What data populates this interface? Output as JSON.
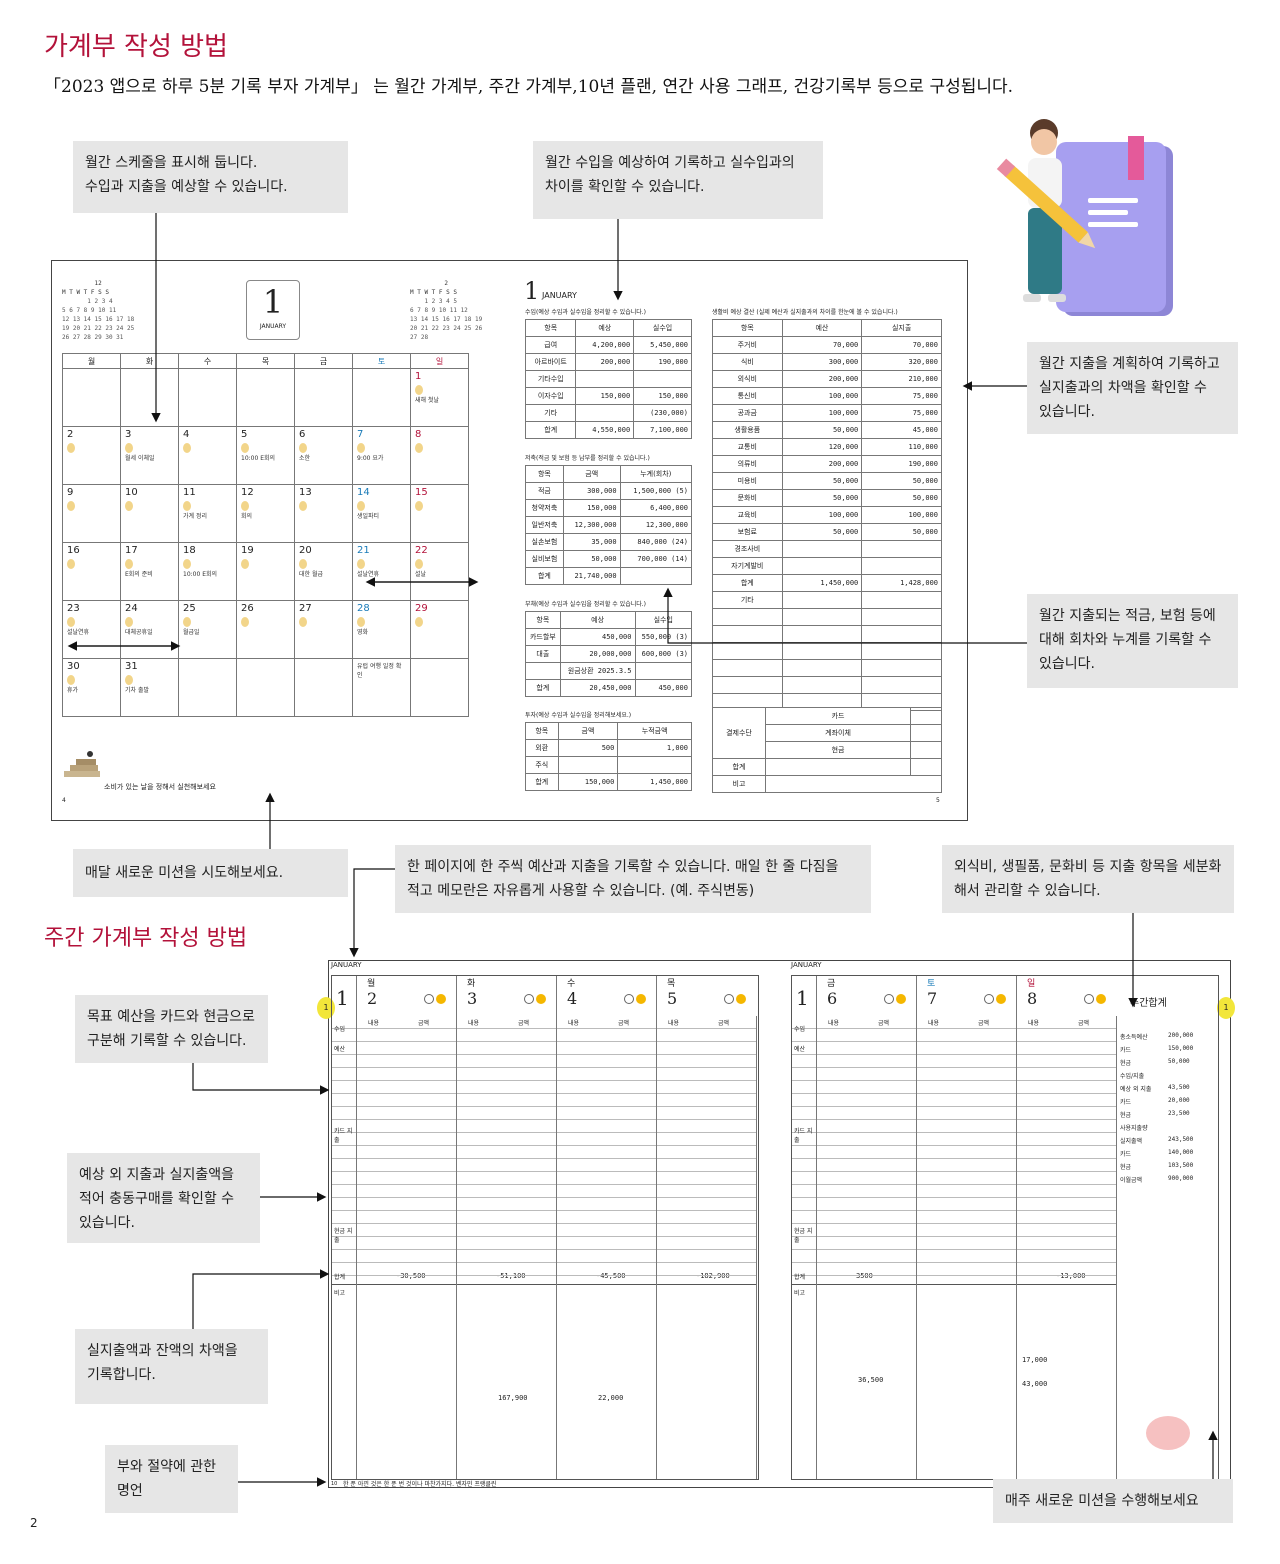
{
  "header": {
    "title": "가계부 작성 방법",
    "subtitle": "「2023 앱으로 하루 5분 기록 부자 가계부」 는 월간 가계부, 주간 가계부,10년 플랜, 연간 사용 그래프, 건강기록부 등으로 구성됩니다."
  },
  "notes": {
    "monthly_schedule": [
      "월간 스케줄을 표시해 둡니다.",
      "수입과 지출을 예상할 수 있습니다."
    ],
    "monthly_income": [
      "월간 수입을 예상하여 기록하고 실수입과의",
      "차이를 확인할 수 있습니다."
    ],
    "monthly_expense": [
      "월간 지출을 계획하여 기록하고",
      "실지출과의 차액을 확인할 수",
      "있습니다."
    ],
    "savings": [
      "월간 지출되는 적금, 보험 등에",
      "대해 회차와 누계를 기록할 수",
      "있습니다."
    ],
    "mission": "매달 새로운 미션을 시도해보세요.",
    "weekly_budget": [
      "한 페이지에 한 주씩 예산과 지출을 기록할 수 있습니다. 매일 한 줄 다짐을",
      "적고 메모란은 자유롭게 사용할 수 있습니다. (예. 주식변동)"
    ],
    "categories": [
      "외식비, 생필품, 문화비 등 지출 항목을 세분화",
      "해서 관리할 수 있습니다."
    ],
    "card_cash": [
      "목표 예산을 카드와 현금으로",
      "구분해 기록할 수 있습니다."
    ],
    "impulse": [
      "예상 외 지출과 실지출액을",
      "적어 충동구매를 확인할 수",
      "있습니다."
    ],
    "difference": [
      "실지출액과 잔액의 차액을",
      "기록합니다."
    ],
    "quote": [
      "부와 절약에 관한",
      "명언"
    ],
    "weekly_mission": "매주 새로운 미션을 수행해보세요"
  },
  "section2_title": "주간 가계부 작성 방법",
  "page_number": "2",
  "monthly": {
    "month_num": "1",
    "month_name": "JANUARY",
    "weekdays": [
      "월",
      "화",
      "수",
      "목",
      "금",
      "토",
      "일"
    ],
    "mission_text": "소비가 있는 날을 정해서 실천해보세요",
    "left_page_no": "4",
    "right_page_no": "5",
    "mini_prev_label": "12",
    "mini_next_label": "2",
    "mini_header": "M T W T F S S",
    "calendar_rows": [
      [
        {
          "d": "",
          "m": ""
        },
        {
          "d": "",
          "m": ""
        },
        {
          "d": "",
          "m": ""
        },
        {
          "d": "",
          "m": ""
        },
        {
          "d": "",
          "m": ""
        },
        {
          "d": "",
          "m": ""
        },
        {
          "d": "1",
          "m": "새해 첫날"
        }
      ],
      [
        {
          "d": "2",
          "m": ""
        },
        {
          "d": "3",
          "m": "월세 이체일"
        },
        {
          "d": "4",
          "m": ""
        },
        {
          "d": "5",
          "m": "10:00 E회의"
        },
        {
          "d": "6",
          "m": "소한"
        },
        {
          "d": "7",
          "m": "9:00 요가"
        },
        {
          "d": "8",
          "m": ""
        }
      ],
      [
        {
          "d": "9",
          "m": ""
        },
        {
          "d": "10",
          "m": ""
        },
        {
          "d": "11",
          "m": "가계 정리"
        },
        {
          "d": "12",
          "m": "회의"
        },
        {
          "d": "13",
          "m": ""
        },
        {
          "d": "14",
          "m": "생일파티"
        },
        {
          "d": "15",
          "m": ""
        }
      ],
      [
        {
          "d": "16",
          "m": ""
        },
        {
          "d": "17",
          "m": "E회의 준비"
        },
        {
          "d": "18",
          "m": "10:00 E회의"
        },
        {
          "d": "19",
          "m": ""
        },
        {
          "d": "20",
          "m": "대한 월급"
        },
        {
          "d": "21",
          "m": "설날연휴"
        },
        {
          "d": "22",
          "m": "설날"
        }
      ],
      [
        {
          "d": "23",
          "m": "설날연휴"
        },
        {
          "d": "24",
          "m": "대체공휴일"
        },
        {
          "d": "25",
          "m": "월급일"
        },
        {
          "d": "26",
          "m": ""
        },
        {
          "d": "27",
          "m": ""
        },
        {
          "d": "28",
          "m": "영화"
        },
        {
          "d": "29",
          "m": ""
        }
      ],
      [
        {
          "d": "30",
          "m": "휴가"
        },
        {
          "d": "31",
          "m": "기차 출발"
        },
        {
          "d": "",
          "m": ""
        },
        {
          "d": "",
          "m": ""
        },
        {
          "d": "",
          "m": ""
        },
        {
          "d": "",
          "m": "유럽 여행 일정 확인"
        },
        {
          "d": "",
          "m": ""
        }
      ]
    ],
    "income_title": "수입(예상 수입과 실수입을 정리할 수 있습니다.)",
    "income_head": [
      "항목",
      "예상",
      "실수입"
    ],
    "income_rows": [
      [
        "급여",
        "4,200,000",
        "5,450,000"
      ],
      [
        "아르바이트",
        "200,000",
        "190,000"
      ],
      [
        "기타수입",
        "",
        ""
      ],
      [
        "이자수입",
        "150,000",
        "150,000"
      ],
      [
        "기타",
        "",
        "(230,000)"
      ],
      [
        "합계",
        "4,550,000",
        "7,100,000"
      ]
    ],
    "saving_title": "저축(적금 및 보험 등 납부를 정리할 수 있습니다.)",
    "saving_head": [
      "항목",
      "금액",
      "누계(회차)"
    ],
    "saving_rows": [
      [
        "적금",
        "300,000",
        "1,500,000 (5)"
      ],
      [
        "청약저축",
        "150,000",
        "6,400,000"
      ],
      [
        "일반저축",
        "12,300,000",
        "12,300,000"
      ],
      [
        "실손보험",
        "35,000",
        "840,000 (24)"
      ],
      [
        "실비보험",
        "50,000",
        "700,000 (14)"
      ],
      [
        "합계",
        "21,740,000",
        ""
      ]
    ],
    "debt_title": "부채(예상 수입과 실수입을 정리할 수 있습니다.)",
    "debt_head": [
      "항목",
      "예상",
      "실수입"
    ],
    "debt_rows": [
      [
        "카드할부",
        "450,000",
        "550,000 (3)"
      ],
      [
        "대출",
        "20,000,000",
        "600,000 (3)"
      ],
      [
        "",
        "원금상환 2025.3.5",
        ""
      ],
      [
        "합계",
        "20,450,000",
        "450,000"
      ]
    ],
    "invest_title": "투자(예상 수입과 실수입을 정리해보세요.)",
    "invest_head": [
      "항목",
      "금액",
      "누적금액"
    ],
    "invest_rows": [
      [
        "외환",
        "500",
        "1,000"
      ],
      [
        "주식",
        "",
        ""
      ],
      [
        "합계",
        "150,000",
        "1,450,000"
      ]
    ],
    "expense_title": "생활비 예상 결산 (실제 예산과 실지출과의 차이를 한눈에 볼 수 있습니다.)",
    "expense_head": [
      "항목",
      "예산",
      "실지출"
    ],
    "expense_rows": [
      [
        "주거비",
        "70,000",
        "70,000"
      ],
      [
        "식비",
        "300,000",
        "320,000"
      ],
      [
        "외식비",
        "200,000",
        "210,000"
      ],
      [
        "통신비",
        "100,000",
        "75,000"
      ],
      [
        "공과금",
        "100,000",
        "75,000"
      ],
      [
        "생활용품",
        "50,000",
        "45,000"
      ],
      [
        "교통비",
        "120,000",
        "110,000"
      ],
      [
        "의류비",
        "200,000",
        "190,000"
      ],
      [
        "미용비",
        "50,000",
        "50,000"
      ],
      [
        "문화비",
        "50,000",
        "50,000"
      ],
      [
        "교육비",
        "100,000",
        "100,000"
      ],
      [
        "보험료",
        "50,000",
        "50,000"
      ],
      [
        "경조사비",
        "",
        ""
      ],
      [
        "자기계발비",
        "",
        ""
      ],
      [
        "합계",
        "1,450,000",
        "1,428,000"
      ],
      [
        "기타",
        "",
        ""
      ],
      [
        "",
        "",
        ""
      ],
      [
        "",
        "",
        ""
      ],
      [
        "",
        "",
        ""
      ],
      [
        "",
        "",
        ""
      ],
      [
        "",
        "",
        ""
      ],
      [
        "",
        "",
        ""
      ]
    ],
    "pay_label": "결제수단",
    "pay_rows": [
      "카드",
      "계좌이체",
      "현금"
    ],
    "pay_sum": "합계",
    "pay_note": "비고"
  },
  "weekly": {
    "month_name": "JANUARY",
    "week_num": "1",
    "left_days": [
      {
        "dow": "월",
        "date": "2"
      },
      {
        "dow": "화",
        "date": "3"
      },
      {
        "dow": "수",
        "date": "4"
      },
      {
        "dow": "목",
        "date": "5"
      }
    ],
    "right_days": [
      {
        "dow": "금",
        "date": "6"
      },
      {
        "dow": "토",
        "date": "7"
      },
      {
        "dow": "일",
        "date": "8"
      }
    ],
    "col_head": [
      "내용",
      "금액"
    ],
    "row_labels": {
      "income": "수입",
      "budget": "예산",
      "card": "카드 지출",
      "cash": "현금 지출",
      "sum": "합계",
      "memo": "비고"
    },
    "left_sums": [
      "-30,500",
      "-51,100",
      "-45,500",
      "-182,900"
    ],
    "right_sums": [
      "3500",
      "",
      "-13,000"
    ],
    "week_total_label": "주간합계",
    "week_total_rows": [
      [
        "총소득예산",
        "200,000"
      ],
      [
        "카드",
        "150,000"
      ],
      [
        "현금",
        "50,000"
      ],
      [
        "수입/지출",
        ""
      ],
      [
        "예상 외 지출",
        "43,500"
      ],
      [
        "카드",
        "20,000"
      ],
      [
        "현금",
        "23,500"
      ],
      [
        "사용지출량",
        ""
      ],
      [
        "실지출액",
        "243,500"
      ],
      [
        "카드",
        "140,000"
      ],
      [
        "현금",
        "103,500"
      ],
      [
        "이월금액",
        "900,000"
      ]
    ],
    "footer_quote": "한 푼 아낀 것은 한 푼 번 것이나 마찬가지다.  벤자민 프랭클린",
    "left_page_no": "10",
    "memo_values": [
      "167,900",
      "22,000",
      "36,500",
      "17,000",
      "43,000"
    ]
  }
}
